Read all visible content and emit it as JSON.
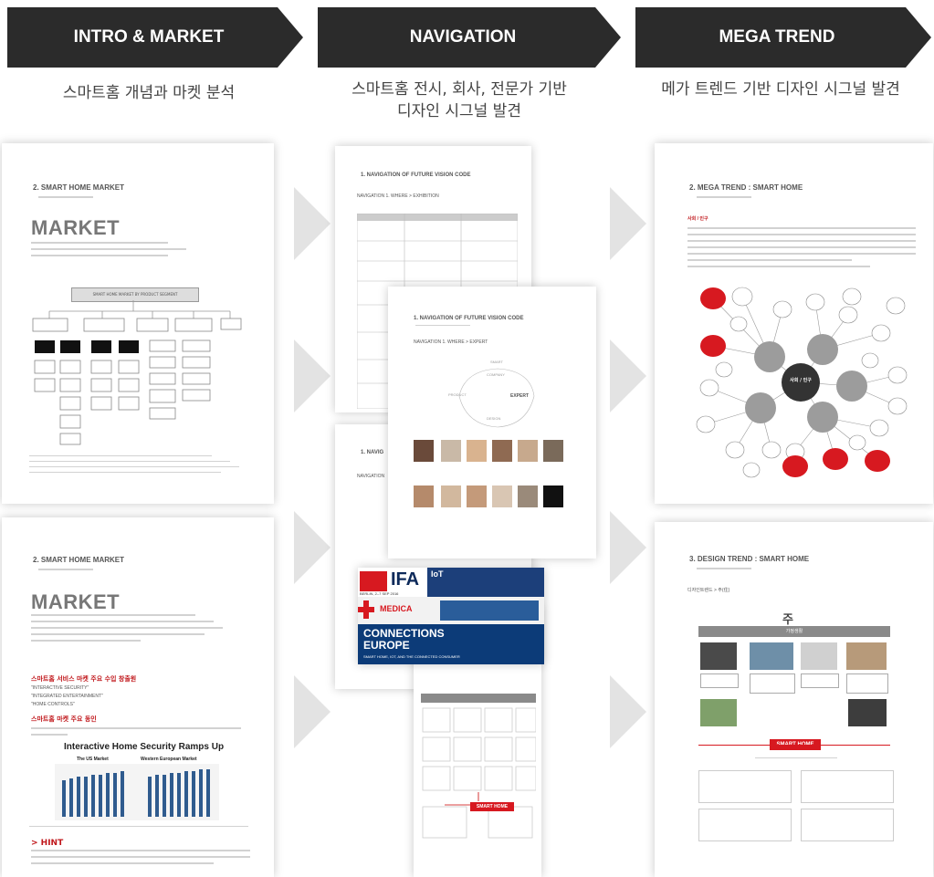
{
  "headers": [
    {
      "label": "INTRO & MARKET",
      "subtitle_lines": [
        "스마트홈 개념과 마켓 분석"
      ]
    },
    {
      "label": "NAVIGATION",
      "subtitle_lines": [
        "스마트홈 전시, 회사, 전문가 기반",
        "디자인 시그널 발견"
      ]
    },
    {
      "label": "MEGA TREND",
      "subtitle_lines": [
        "메가 트렌드 기반 디자인 시그널 발견"
      ]
    }
  ],
  "colors": {
    "header_bg": "#2b2b2b",
    "accent_red": "#d71920",
    "chevron": "#e3e3e3"
  },
  "intro": {
    "page1": {
      "title": "2. SMART HOME MARKET",
      "big": "MARKET",
      "diagram_title": "SMART HOME MARKET BY PRODUCT SEGMENT"
    },
    "page2": {
      "title": "2. SMART HOME MARKET",
      "big": "MARKET",
      "section1": "스마트홈 서비스 마켓 주요 수입 창출원",
      "bullets": [
        "\"INTERACTIVE SECURITY\"",
        "\"INTEGRATED ENTERTAINMENT\"",
        "\"HOME CONTROLS\""
      ],
      "section2": "스마트홈 마켓 주요 동인",
      "chart_title": "Interactive Home Security Ramps Up",
      "chart_left": "The US Market",
      "chart_right": "Western European Market",
      "hint": "> HINT"
    }
  },
  "navigation": {
    "page1": {
      "title": "1. NAVIGATION OF FUTURE VISION CODE",
      "sub": "NAVIGATION 1. WHERE > EXHIBITION"
    },
    "page2": {
      "title": "1. NAVIGATION OF FUTURE VISION CODE",
      "sub": "NAVIGATION 1. WHERE > EXPERT",
      "expert": "EXPERT"
    },
    "page3": {
      "title": "1. NAVIG",
      "sub": "NAVIGATION"
    },
    "banners": {
      "ifa": "IFA",
      "ifa_date": "BERLIN, 2–7 SEP 2016",
      "medica": "MEDICA",
      "connections": "CONNECTIONS",
      "europe": "EUROPE",
      "tagline": "SMART HOME, IOT, AND THE CONNECTED CONSUMER",
      "iot": "IoT"
    },
    "smart_home_label": "SMART HOME"
  },
  "mega": {
    "page1": {
      "title": "2. MEGA TREND : SMART HOME",
      "center": "사회 / 인구",
      "body_red": "사회 / 인구"
    },
    "page2": {
      "title": "3. DESIGN TREND : SMART HOME",
      "sub": "디자인트렌드 > 주(住)",
      "big": "주",
      "bar": "가정생활",
      "smart_home_label": "SMART HOME"
    }
  }
}
